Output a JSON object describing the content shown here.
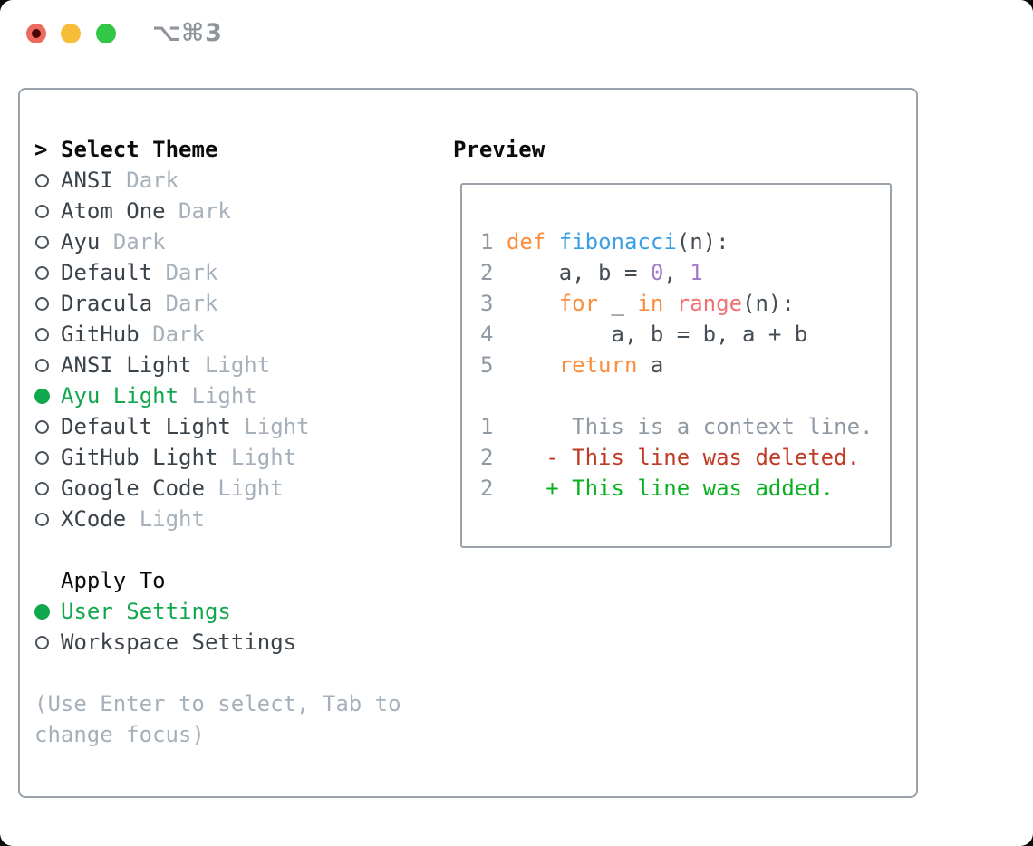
{
  "titlebar": {
    "shortcut": "⌥⌘3"
  },
  "colors": {
    "window_bg": "#ffffff",
    "panel_border": "#9aa2ab",
    "header_text": "#0b0b0b",
    "item_text": "#3a424a",
    "variant_text": "#a6b0ba",
    "hint_text": "#a6b0ba",
    "selected_green": "#10a74f",
    "traffic_red": "#ed6a5e",
    "traffic_yellow": "#f5bd38",
    "traffic_green": "#33c748",
    "code_plain": "#454d55",
    "code_keyword": "#fa8d3e",
    "code_function": "#399ee6",
    "code_call": "#f07171",
    "code_number": "#a37acc",
    "line_number": "#8f99a3",
    "diff_context": "#8f99a3",
    "diff_deleted": "#c03b26",
    "diff_added": "#09b021"
  },
  "theme_panel": {
    "cursor": ">",
    "title": "Select Theme",
    "items": [
      {
        "name": "ANSI",
        "variant": "Dark",
        "selected": false
      },
      {
        "name": "Atom One",
        "variant": "Dark",
        "selected": false
      },
      {
        "name": "Ayu",
        "variant": "Dark",
        "selected": false
      },
      {
        "name": "Default",
        "variant": "Dark",
        "selected": false
      },
      {
        "name": "Dracula",
        "variant": "Dark",
        "selected": false
      },
      {
        "name": "GitHub",
        "variant": "Dark",
        "selected": false
      },
      {
        "name": "ANSI Light",
        "variant": "Light",
        "selected": false
      },
      {
        "name": "Ayu Light",
        "variant": "Light",
        "selected": true
      },
      {
        "name": "Default Light",
        "variant": "Light",
        "selected": false
      },
      {
        "name": "GitHub Light",
        "variant": "Light",
        "selected": false
      },
      {
        "name": "Google Code",
        "variant": "Light",
        "selected": false
      },
      {
        "name": "XCode",
        "variant": "Light",
        "selected": false
      }
    ]
  },
  "apply_to": {
    "title": "Apply To",
    "options": [
      {
        "label": "User Settings",
        "selected": true
      },
      {
        "label": "Workspace Settings",
        "selected": false
      }
    ]
  },
  "hint": {
    "line1": "(Use Enter to select, Tab to",
    "line2": "change focus)"
  },
  "preview": {
    "title": "Preview",
    "code_lines": [
      {
        "num": "1",
        "tokens": [
          {
            "text": " ",
            "style": "plain"
          },
          {
            "text": "def",
            "style": "keyword"
          },
          {
            "text": " ",
            "style": "plain"
          },
          {
            "text": "fibonacci",
            "style": "function"
          },
          {
            "text": "(n):",
            "style": "plain"
          }
        ]
      },
      {
        "num": "2",
        "tokens": [
          {
            "text": "     a, b = ",
            "style": "plain"
          },
          {
            "text": "0",
            "style": "number"
          },
          {
            "text": ", ",
            "style": "plain"
          },
          {
            "text": "1",
            "style": "number"
          }
        ]
      },
      {
        "num": "3",
        "tokens": [
          {
            "text": "     ",
            "style": "plain"
          },
          {
            "text": "for",
            "style": "keyword"
          },
          {
            "text": " _ ",
            "style": "plain"
          },
          {
            "text": "in",
            "style": "keyword"
          },
          {
            "text": " ",
            "style": "plain"
          },
          {
            "text": "range",
            "style": "call"
          },
          {
            "text": "(n):",
            "style": "plain"
          }
        ]
      },
      {
        "num": "4",
        "tokens": [
          {
            "text": "         a, b = b, a + b",
            "style": "plain"
          }
        ]
      },
      {
        "num": "5",
        "tokens": [
          {
            "text": "     ",
            "style": "plain"
          },
          {
            "text": "return",
            "style": "keyword"
          },
          {
            "text": " a",
            "style": "plain"
          }
        ]
      }
    ],
    "diff_lines": [
      {
        "num": "1",
        "tokens": [
          {
            "text": "      This is a context line.",
            "style": "context"
          }
        ]
      },
      {
        "num": "2",
        "tokens": [
          {
            "text": "    ",
            "style": "plain"
          },
          {
            "text": "- This line was deleted.",
            "style": "deleted"
          }
        ]
      },
      {
        "num": "2",
        "tokens": [
          {
            "text": "    ",
            "style": "plain"
          },
          {
            "text": "+ This line was added.",
            "style": "added"
          }
        ]
      }
    ]
  }
}
